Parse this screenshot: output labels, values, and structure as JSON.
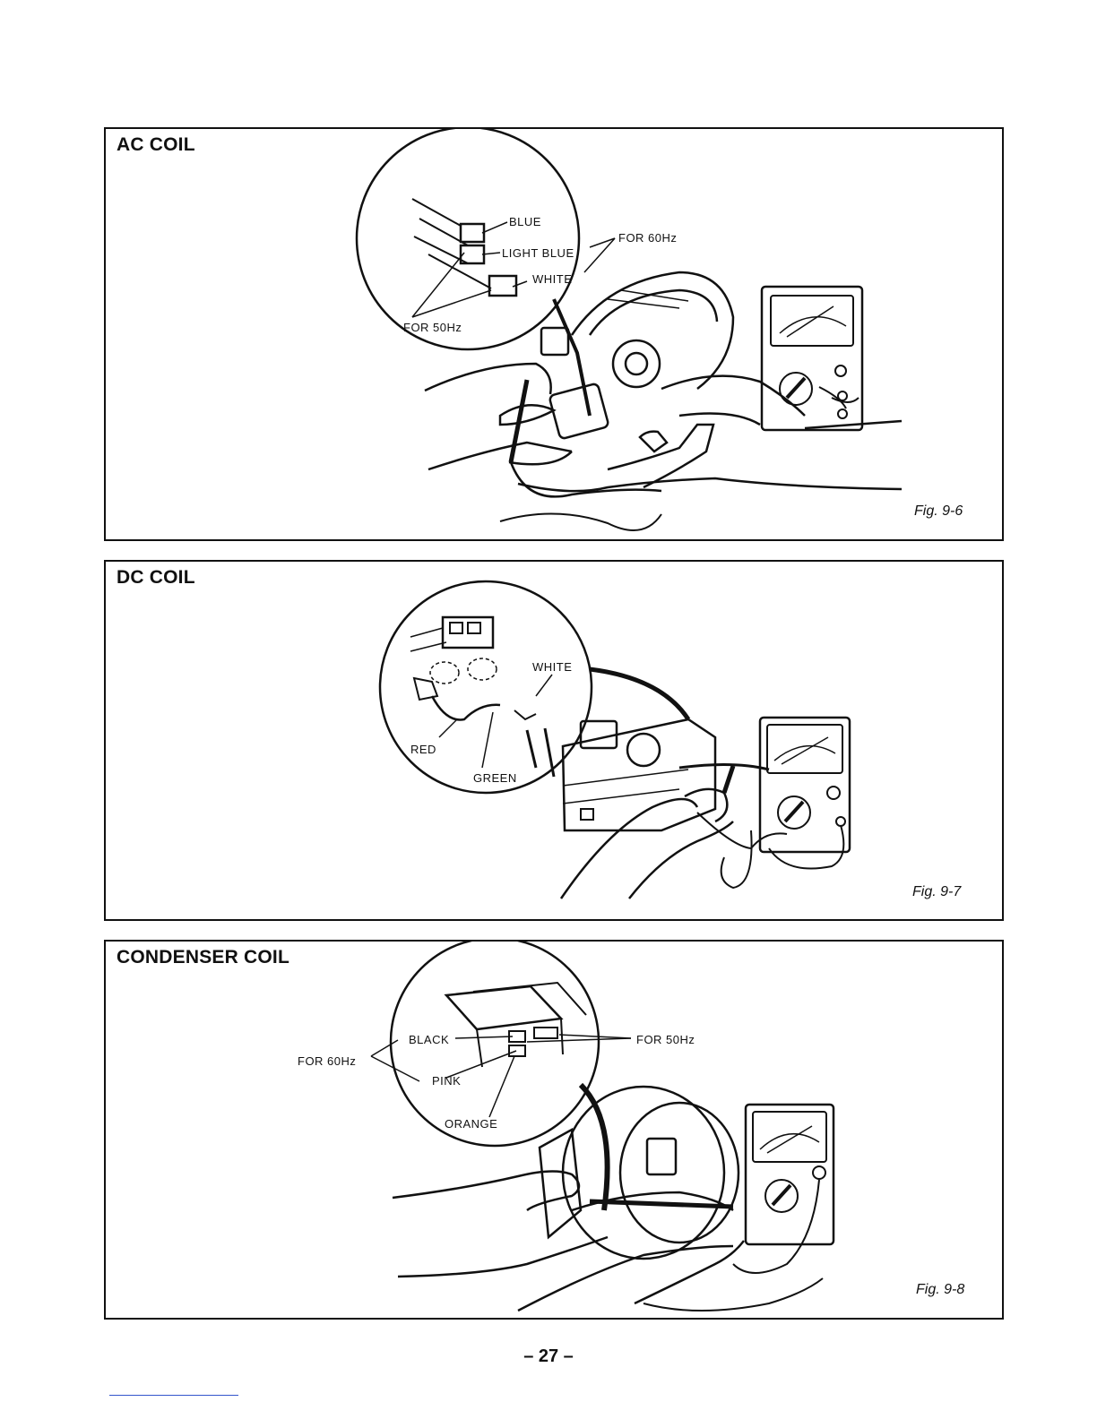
{
  "page": {
    "page_number": "– 27 –"
  },
  "panels": {
    "ac": {
      "title": "AC COIL",
      "figure": "Fig. 9-6",
      "labels": {
        "blue": "BLUE",
        "light_blue": "LIGHT BLUE",
        "white": "WHITE",
        "for_60hz": "FOR 60Hz",
        "for_50hz": "FOR 50Hz"
      }
    },
    "dc": {
      "title": "DC COIL",
      "figure": "Fig. 9-7",
      "labels": {
        "white": "WHITE",
        "red": "RED",
        "green": "GREEN"
      }
    },
    "condenser": {
      "title": "CONDENSER COIL",
      "figure": "Fig. 9-8",
      "labels": {
        "black": "BLACK",
        "pink": "PINK",
        "orange": "ORANGE",
        "for_60hz": "FOR 60Hz",
        "for_50hz": "FOR 50Hz"
      }
    }
  }
}
